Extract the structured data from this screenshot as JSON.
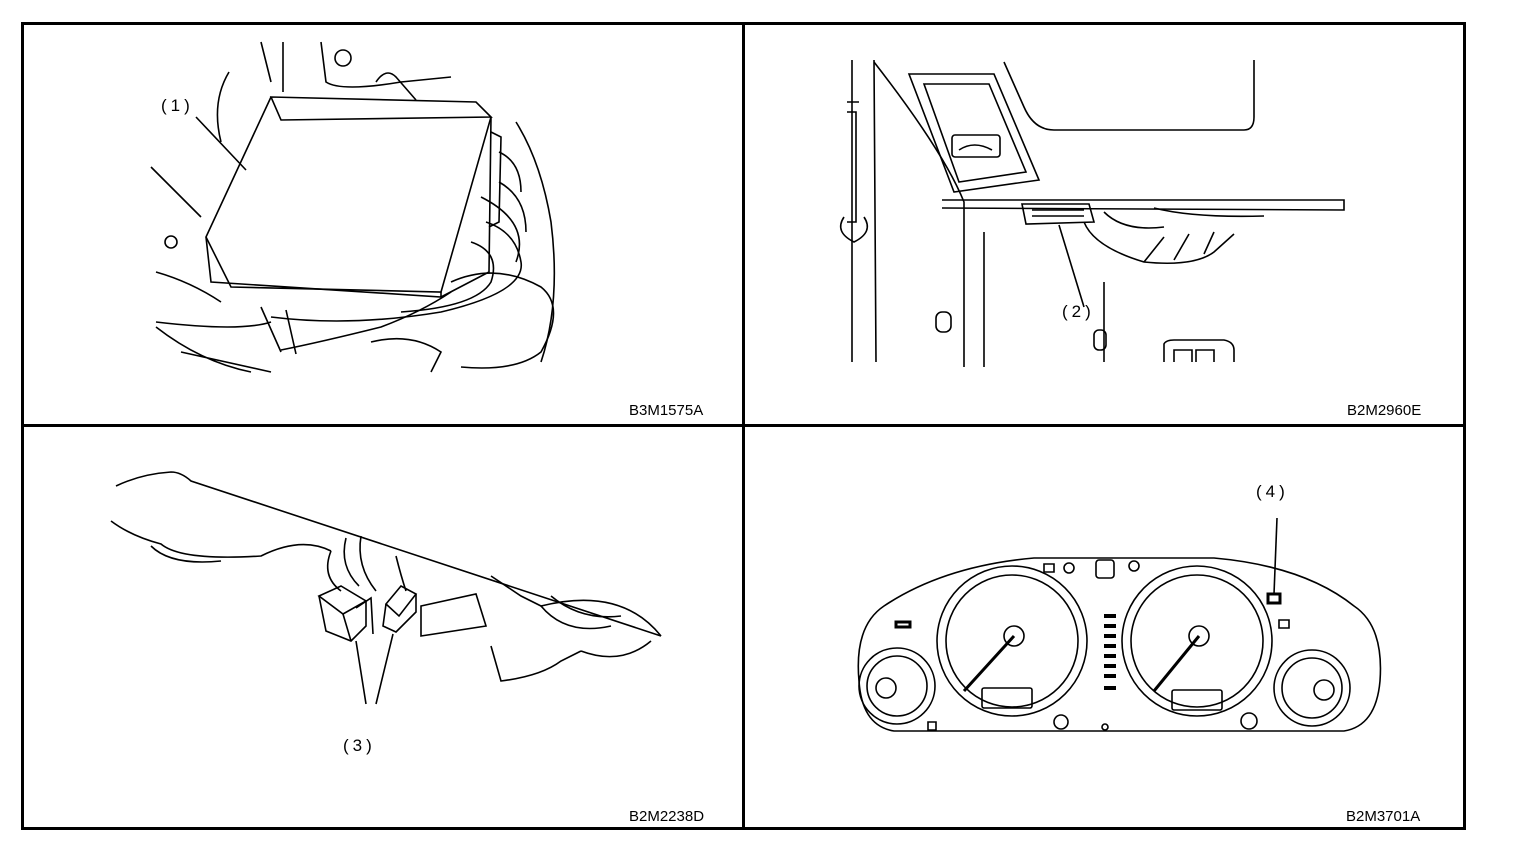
{
  "panels": [
    {
      "callout": "(1)",
      "code": "B3M1575A",
      "subject": "control-module"
    },
    {
      "callout": "(2)",
      "code": "B2M2960E",
      "subject": "diagnosis-connector"
    },
    {
      "callout": "(3)",
      "code": "B2M2238D",
      "subject": "test-connectors"
    },
    {
      "callout": "(4)",
      "code": "B2M3701A",
      "subject": "instrument-cluster-lamp"
    }
  ],
  "colors": {
    "line": "#000000",
    "background": "#ffffff"
  }
}
